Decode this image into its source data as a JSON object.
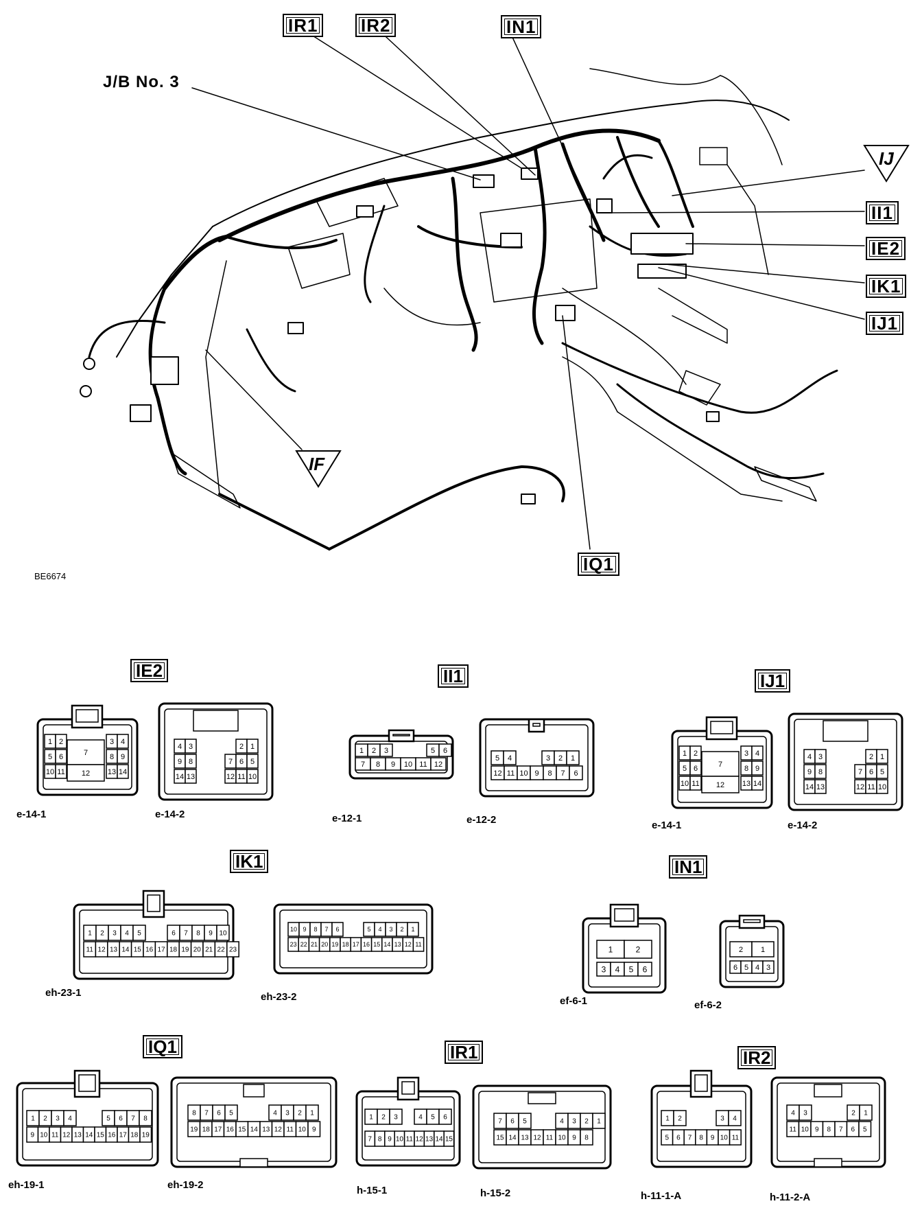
{
  "diagram": {
    "callouts": {
      "ir1": "IR1",
      "ir2": "IR2",
      "in1": "IN1",
      "ij": "IJ",
      "ii1": "II1",
      "ie2": "IE2",
      "ik1": "IK1",
      "ij1": "IJ1",
      "if": "IF",
      "iq1": "IQ1",
      "jb3": "J/B No. 3"
    },
    "figure_code": "BE6674"
  },
  "connector_groups": [
    {
      "title": "IE2",
      "connectors": [
        {
          "code": "e-14-1"
        },
        {
          "code": "e-14-2"
        }
      ]
    },
    {
      "title": "II1",
      "connectors": [
        {
          "code": "e-12-1"
        },
        {
          "code": "e-12-2"
        }
      ]
    },
    {
      "title": "IJ1",
      "connectors": [
        {
          "code": "e-14-1"
        },
        {
          "code": "e-14-2"
        }
      ]
    },
    {
      "title": "IK1",
      "connectors": [
        {
          "code": "eh-23-1"
        },
        {
          "code": "eh-23-2"
        }
      ]
    },
    {
      "title": "IN1",
      "connectors": [
        {
          "code": "ef-6-1"
        },
        {
          "code": "ef-6-2"
        }
      ]
    },
    {
      "title": "IQ1",
      "connectors": [
        {
          "code": "eh-19-1"
        },
        {
          "code": "eh-19-2"
        }
      ]
    },
    {
      "title": "IR1",
      "connectors": [
        {
          "code": "h-15-1"
        },
        {
          "code": "h-15-2"
        }
      ]
    },
    {
      "title": "IR2",
      "connectors": [
        {
          "code": "h-11-1-A"
        },
        {
          "code": "h-11-2-A"
        }
      ]
    }
  ],
  "pins": {
    "e14_1": [
      "1",
      "2",
      "3",
      "4",
      "5",
      "6",
      "7",
      "8",
      "9",
      "10",
      "11",
      "12",
      "13",
      "14"
    ],
    "e14_2": [
      "4",
      "3",
      "2",
      "1",
      "9",
      "8",
      "7",
      "6",
      "5",
      "14",
      "13",
      "12",
      "11",
      "10"
    ],
    "e12_1": [
      "1",
      "2",
      "3",
      "4",
      "5",
      "6",
      "7",
      "8",
      "9",
      "10",
      "11",
      "12"
    ],
    "e12_2": [
      "5",
      "4",
      "3",
      "2",
      "1",
      "12",
      "11",
      "10",
      "9",
      "8",
      "7",
      "6"
    ],
    "eh23_1": [
      "1",
      "2",
      "3",
      "4",
      "5",
      "6",
      "7",
      "8",
      "9",
      "10",
      "11",
      "12",
      "13",
      "14",
      "15",
      "16",
      "17",
      "18",
      "19",
      "20",
      "21",
      "22",
      "23"
    ],
    "eh23_2": [
      "10",
      "9",
      "8",
      "7",
      "6",
      "5",
      "4",
      "3",
      "2",
      "1",
      "23",
      "22",
      "21",
      "20",
      "19",
      "18",
      "17",
      "16",
      "15",
      "14",
      "13",
      "12",
      "11"
    ],
    "ef6_1": [
      "1",
      "2",
      "3",
      "4",
      "5",
      "6"
    ],
    "ef6_2": [
      "2",
      "1",
      "6",
      "5",
      "4",
      "3"
    ],
    "eh19_1": [
      "1",
      "2",
      "3",
      "4",
      "5",
      "6",
      "7",
      "8",
      "9",
      "10",
      "11",
      "12",
      "13",
      "14",
      "15",
      "16",
      "17",
      "18",
      "19"
    ],
    "eh19_2": [
      "8",
      "7",
      "6",
      "5",
      "4",
      "3",
      "2",
      "1",
      "19",
      "18",
      "17",
      "16",
      "15",
      "14",
      "13",
      "12",
      "11",
      "10",
      "9"
    ],
    "h15_1": [
      "1",
      "2",
      "3",
      "4",
      "5",
      "6",
      "7",
      "8",
      "9",
      "10",
      "11",
      "12",
      "13",
      "14",
      "15"
    ],
    "h15_2": [
      "7",
      "6",
      "5",
      "4",
      "3",
      "2",
      "1",
      "15",
      "14",
      "13",
      "12",
      "11",
      "10",
      "9",
      "8"
    ],
    "h11_1": [
      "1",
      "2",
      "3",
      "4",
      "5",
      "6",
      "7",
      "8",
      "9",
      "10",
      "11"
    ],
    "h11_2": [
      "4",
      "3",
      "2",
      "1",
      "11",
      "10",
      "9",
      "8",
      "7",
      "6",
      "5"
    ]
  }
}
